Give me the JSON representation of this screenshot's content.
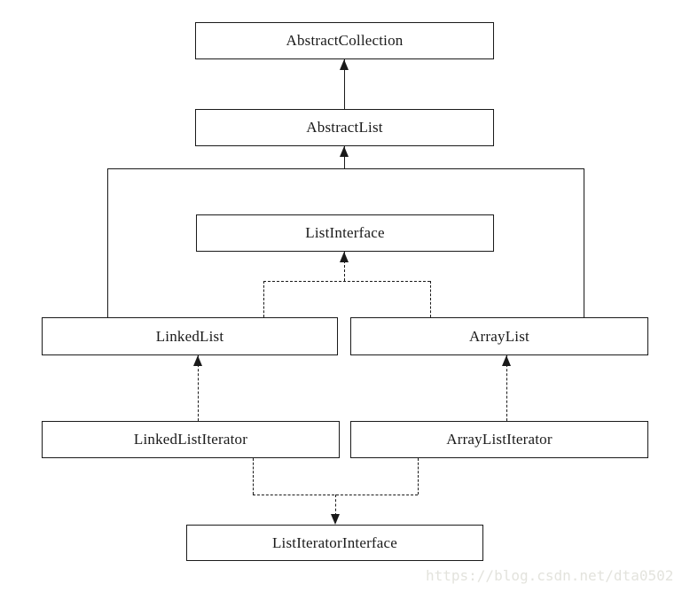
{
  "diagram": {
    "type": "class-hierarchy",
    "nodes": {
      "abstract_collection": {
        "label": "AbstractCollection"
      },
      "abstract_list": {
        "label": "AbstractList"
      },
      "list_interface": {
        "label": "ListInterface"
      },
      "linked_list": {
        "label": "LinkedList"
      },
      "array_list": {
        "label": "ArrayList"
      },
      "linked_list_iterator": {
        "label": "LinkedListIterator"
      },
      "array_list_iterator": {
        "label": "ArrayListIterator"
      },
      "list_iterator_interface": {
        "label": "ListIteratorInterface"
      }
    },
    "edges": [
      {
        "from": "AbstractList",
        "to": "AbstractCollection",
        "line": "solid",
        "arrowhead": "filled",
        "arrow_points_to": "AbstractCollection"
      },
      {
        "from": "LinkedList+ArrayList group outline",
        "to": "AbstractList",
        "line": "solid",
        "arrowhead": "filled",
        "arrow_points_to": "AbstractList"
      },
      {
        "from": "LinkedList",
        "to": "ListInterface",
        "line": "dashed",
        "arrowhead": "filled",
        "arrow_points_to": "ListInterface"
      },
      {
        "from": "ArrayList",
        "to": "ListInterface",
        "line": "dashed",
        "arrowhead": "filled",
        "arrow_points_to": "ListInterface"
      },
      {
        "from": "LinkedListIterator",
        "to": "LinkedList",
        "line": "dashed",
        "arrowhead": "filled",
        "arrow_points_to": "LinkedList"
      },
      {
        "from": "ArrayListIterator",
        "to": "ArrayList",
        "line": "dashed",
        "arrowhead": "filled",
        "arrow_points_to": "ArrayList"
      },
      {
        "from": "LinkedListIterator+ArrayListIterator",
        "to": "ListIteratorInterface",
        "line": "dashed",
        "arrowhead": "filled",
        "arrow_points_to": "ListIteratorInterface"
      }
    ]
  },
  "watermark": {
    "text": "https://blog.csdn.net/dta0502"
  },
  "colors": {
    "line": "#1a1a1a",
    "box_fill": "#ffffff",
    "background": "#ffffff",
    "watermark": "#e3e3dd"
  }
}
